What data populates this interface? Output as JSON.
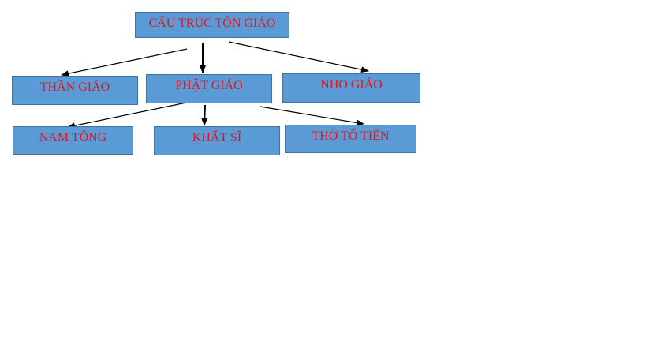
{
  "diagram": {
    "root": {
      "label": "CẤU TRÚC TÔN GIÁO"
    },
    "level1": [
      {
        "label": "THẦN GIÁO"
      },
      {
        "label": "PHẬT GIÁO"
      },
      {
        "label": "NHO GIÁO"
      }
    ],
    "level2": [
      {
        "label": "NAM TÔNG"
      },
      {
        "label": "KHẤT SĨ"
      },
      {
        "label": "THỜ TỔ TIÊN"
      }
    ]
  },
  "colors": {
    "box_fill": "#5b9bd5",
    "box_border": "#41719c",
    "text": "#e8101a",
    "arrow": "#000000"
  }
}
